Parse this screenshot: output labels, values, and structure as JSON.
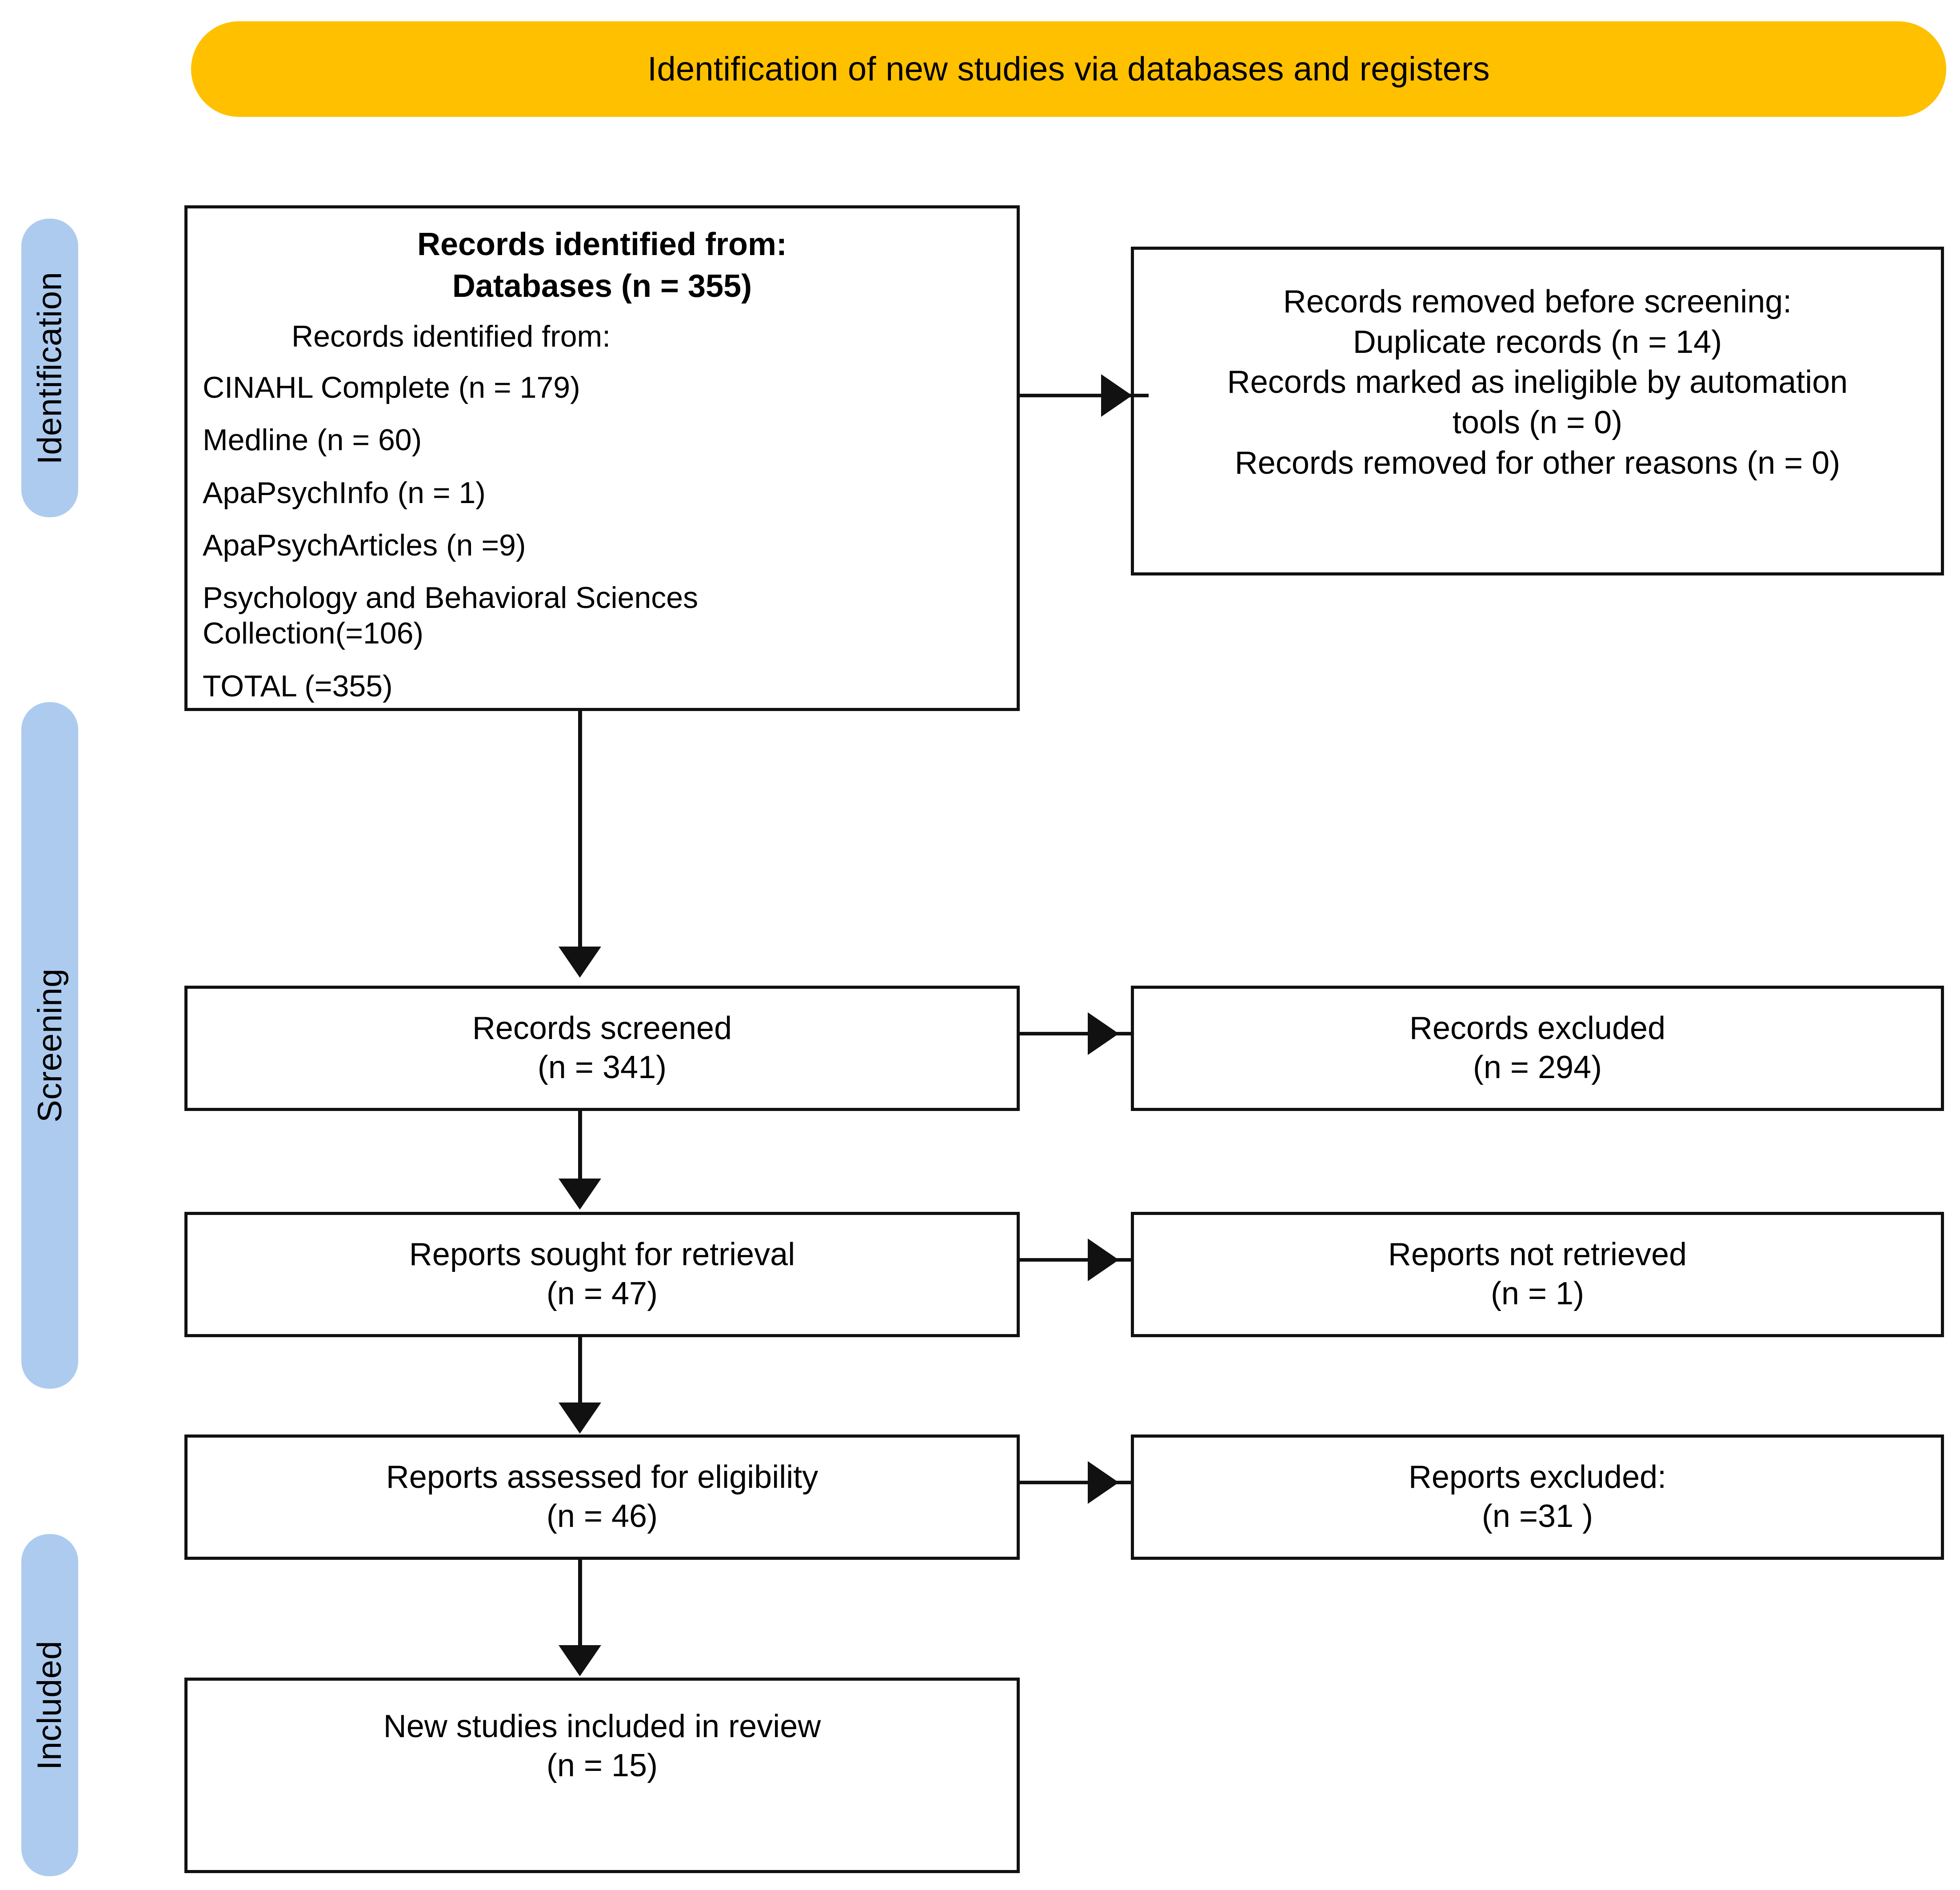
{
  "banner": {
    "title": "Identification of new studies via databases and registers",
    "color": "#FFC000"
  },
  "stages": {
    "color": "#ADCBEF",
    "identification": "Identification",
    "screening": "Screening",
    "included": "Included"
  },
  "nodes": {
    "identified": {
      "head_line1": "Records identified from:",
      "head_line2": "Databases (n = 355)",
      "sub_intro": "Records identified from:",
      "sources": [
        "CINAHL Complete (n = 179)",
        "Medline (n = 60)",
        "ApaPsychInfo (n = 1)",
        "ApaPsychArticles (n =9)",
        "Psychology and Behavioral Sciences\nCollection(=106)",
        "TOTAL (=355)"
      ]
    },
    "removed": {
      "line1": "Records removed before screening:",
      "line2": "Duplicate records (n = 14)",
      "line3": "Records marked as ineligible by automation",
      "line4": "tools (n = 0)",
      "line5": "Records removed for other reasons (n = 0)"
    },
    "screened": {
      "label": "Records screened",
      "count": "(n = 341)"
    },
    "excluded": {
      "label": "Records excluded",
      "count": "(n = 294)"
    },
    "sought": {
      "label": "Reports sought for retrieval",
      "count": "(n = 47)"
    },
    "notretrieved": {
      "label": "Reports not retrieved",
      "count": "(n = 1)"
    },
    "assessed": {
      "label": "Reports assessed for eligibility",
      "count": "(n = 46)"
    },
    "repexcluded": {
      "label": "Reports excluded:",
      "count": "(n =31 )"
    },
    "newstudies": {
      "label": "New studies included in review",
      "count": "(n = 15)"
    }
  }
}
